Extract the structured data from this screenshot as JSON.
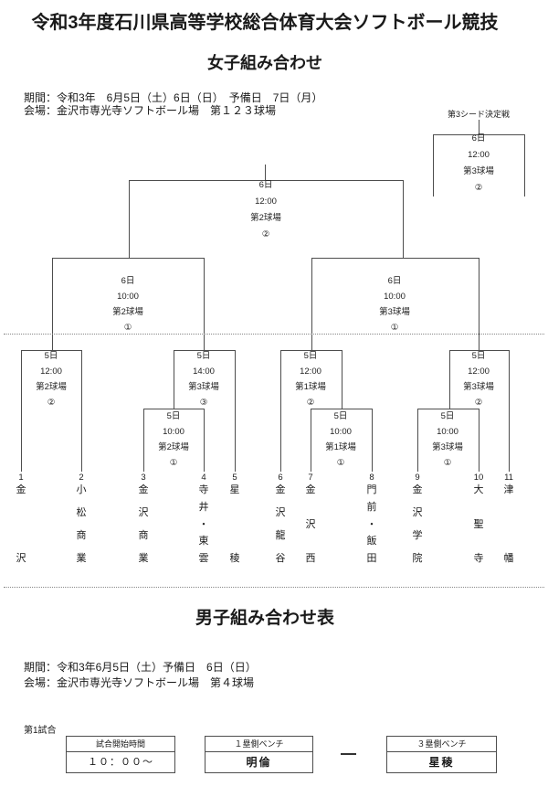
{
  "women": {
    "title": "令和3年度石川県高等学校総合体育大会ソフトボール競技",
    "subtitle": "女子組み合わせ",
    "period": "期間：令和3年　6月5日（土）6日（日）　予備日　7日（月）",
    "venue": "会場：金沢市専光寺ソフトボール場　第１２３球場",
    "third_seed": {
      "label": "第3シード決定戦",
      "day": "6日",
      "time": "12:00",
      "field": "第3球場",
      "game_no": "②"
    },
    "matches": {
      "final": {
        "day": "6日",
        "time": "12:00",
        "field": "第2球場",
        "game_no": "②"
      },
      "semi_left": {
        "day": "6日",
        "time": "10:00",
        "field": "第2球場",
        "game_no": "①"
      },
      "semi_right": {
        "day": "6日",
        "time": "10:00",
        "field": "第3球場",
        "game_no": "①"
      },
      "qf_a": {
        "day": "5日",
        "time": "12:00",
        "field": "第2球場",
        "game_no": "②"
      },
      "qf_b": {
        "day": "5日",
        "time": "14:00",
        "field": "第3球場",
        "game_no": "③"
      },
      "qf_c": {
        "day": "5日",
        "time": "12:00",
        "field": "第1球場",
        "game_no": "②"
      },
      "qf_d": {
        "day": "5日",
        "time": "12:00",
        "field": "第3球場",
        "game_no": "②"
      },
      "r1_34": {
        "day": "5日",
        "time": "10:00",
        "field": "第2球場",
        "game_no": "①"
      },
      "r1_78": {
        "day": "5日",
        "time": "10:00",
        "field": "第1球場",
        "game_no": "①"
      },
      "r1_910": {
        "day": "5日",
        "time": "10:00",
        "field": "第3球場",
        "game_no": "①"
      }
    },
    "teams": [
      {
        "seed": "1",
        "name": "金沢"
      },
      {
        "seed": "2",
        "name": "小松商業"
      },
      {
        "seed": "3",
        "name": "金沢商業"
      },
      {
        "seed": "4",
        "name": "寺井・東雲"
      },
      {
        "seed": "5",
        "name": "星稜"
      },
      {
        "seed": "6",
        "name": "金沢龍谷"
      },
      {
        "seed": "7",
        "name": "金沢西"
      },
      {
        "seed": "8",
        "name": "門前・飯田"
      },
      {
        "seed": "9",
        "name": "金沢学院"
      },
      {
        "seed": "10",
        "name": "大聖寺"
      },
      {
        "seed": "11",
        "name": "津幡"
      }
    ]
  },
  "men": {
    "title": "男子組み合わせ表",
    "period": "期間：令和3年6月5日（土）予備日　6日（日）",
    "venue": "会場：金沢市専光寺ソフトボール場　第４球場",
    "game1_label": "第1試合",
    "table": {
      "time_header": "試合開始時間",
      "time_value": "１０：００～",
      "first_base_header": "１塁側ベンチ",
      "first_base_value": "明倫",
      "third_base_header": "３塁側ベンチ",
      "third_base_value": "星稜"
    }
  }
}
